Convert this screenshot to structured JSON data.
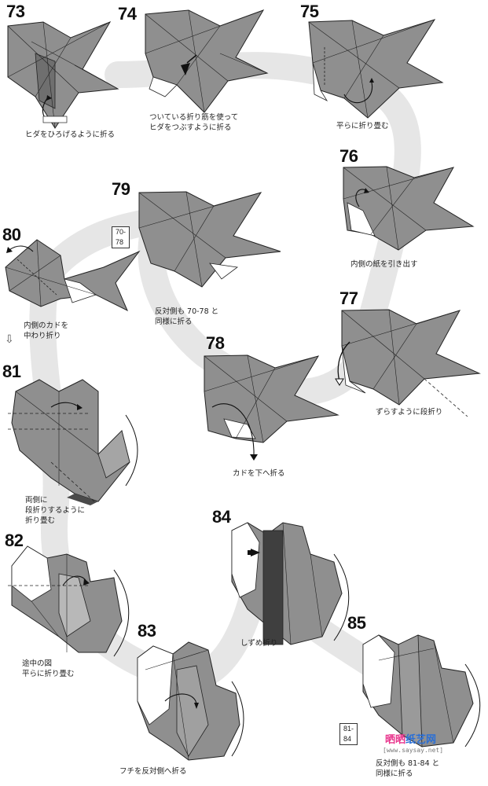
{
  "steps": [
    {
      "id": "73",
      "number": "73",
      "caption": [
        "ヒダをひろげるように折る"
      ]
    },
    {
      "id": "74",
      "number": "74",
      "caption": [
        "ついている折り筋を使って",
        "ヒダをつぶすように折る"
      ]
    },
    {
      "id": "75",
      "number": "75",
      "caption": [
        "平らに折り畳む"
      ]
    },
    {
      "id": "76",
      "number": "76",
      "caption": [
        "内側の紙を引き出す"
      ]
    },
    {
      "id": "77",
      "number": "77",
      "caption": [
        "ずらすように段折り"
      ]
    },
    {
      "id": "78",
      "number": "78",
      "caption": [
        "カドを下へ折る"
      ]
    },
    {
      "id": "79",
      "number": "79",
      "caption": [
        "反対側も 70-78 と",
        "同様に折る"
      ],
      "ref": "70-78"
    },
    {
      "id": "80",
      "number": "80",
      "caption": [
        "内側のカドを",
        "中わり折り"
      ]
    },
    {
      "id": "81",
      "number": "81",
      "caption": [
        "両側に",
        "段折りするように",
        "折り畳む"
      ]
    },
    {
      "id": "82",
      "number": "82",
      "caption": [
        "途中の図",
        "平らに折り畳む"
      ]
    },
    {
      "id": "83",
      "number": "83",
      "caption": [
        "フチを反対側へ折る"
      ]
    },
    {
      "id": "84",
      "number": "84",
      "caption": [
        "しずめ折り"
      ]
    },
    {
      "id": "85",
      "number": "85",
      "caption": [
        "反対側も 81-84 と",
        "同様に折る"
      ],
      "ref": "81-84"
    }
  ],
  "watermark": {
    "part_a": "晒晒",
    "part_b": "纸艺网",
    "url": "[www.saysay.net]"
  },
  "colors": {
    "paper_gray": "#8f8f8f",
    "paper_dark": "#5a5a5a",
    "line": "#222222",
    "flow": "#e6e6e6"
  }
}
